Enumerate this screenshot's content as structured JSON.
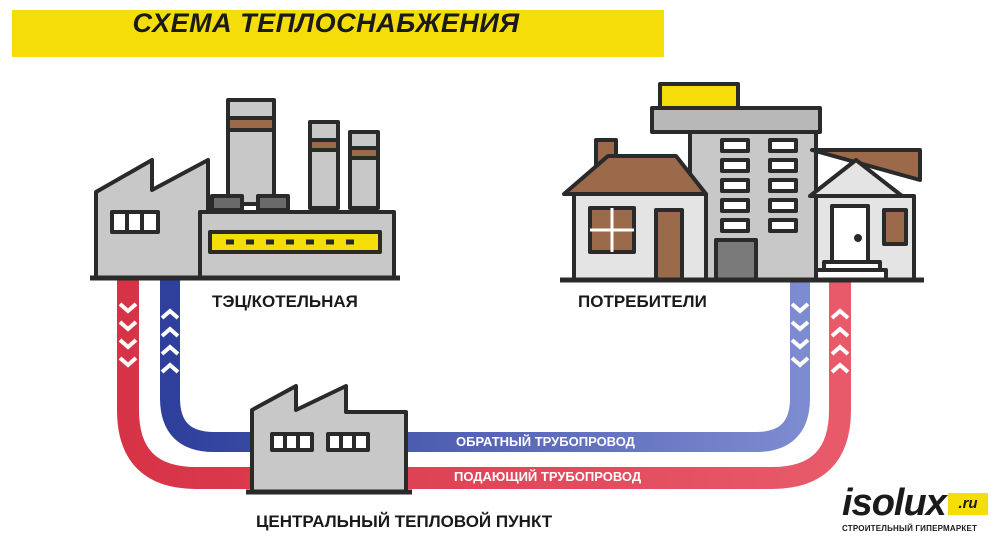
{
  "title": "СХЕМА ТЕПЛОСНАБЖЕНИЯ",
  "nodes": {
    "plant": "ТЭЦ/КОТЕЛЬНАЯ",
    "consumers": "ПОТРЕБИТЕЛИ",
    "central_point": "ЦЕНТРАЛЬНЫЙ ТЕПЛОВОЙ ПУНКТ"
  },
  "pipes": {
    "return": "ОБРАТНЫЙ ТРУБОПРОВОД",
    "supply": "ПОДАЮЩИЙ ТРУБОПРОВОД"
  },
  "logo": {
    "name": "isolux",
    "domain": ".ru",
    "tagline": "СТРОИТЕЛЬНЫЙ ГИПЕРМАРКЕТ"
  },
  "colors": {
    "banner": "#f5dd0a",
    "supply_pipe": "#e0404f",
    "return_pipe": "#3b4fa8",
    "building_gray": "#c4c4c4",
    "outline": "#2a2a2a",
    "roof_brown": "#9a6a4a"
  }
}
